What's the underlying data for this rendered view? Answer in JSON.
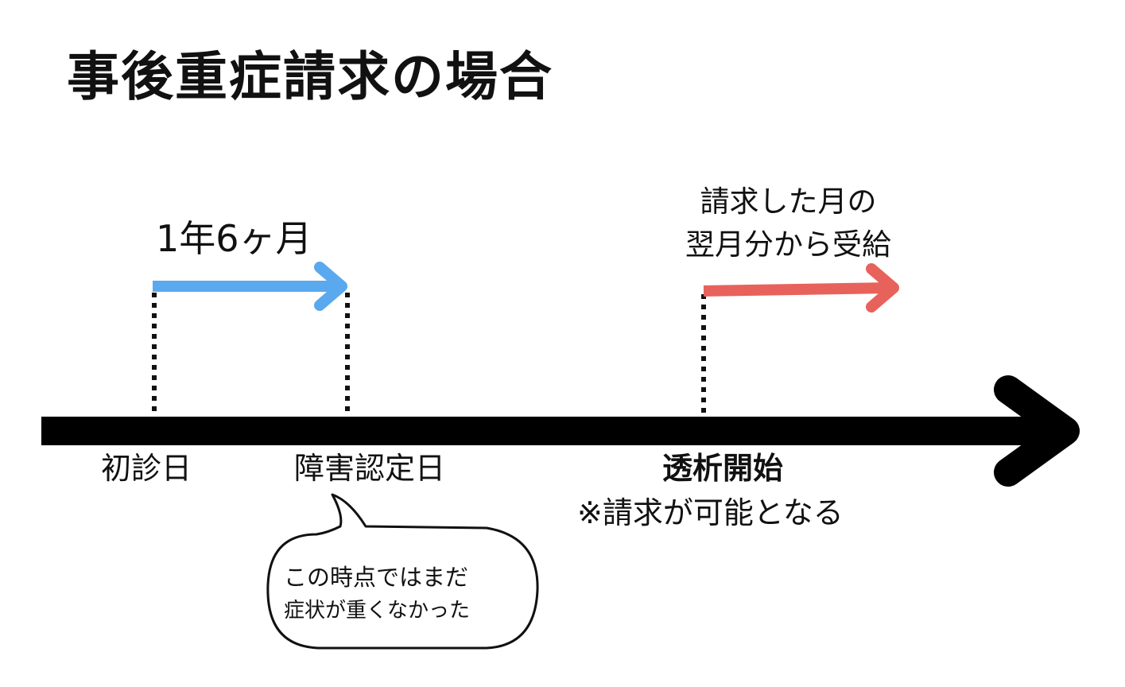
{
  "title": "事後重症請求の場合",
  "colors": {
    "timeline": "#000000",
    "period_arrow": "#5aa9ee",
    "payment_arrow": "#e8625c",
    "guide_line": "#111111"
  },
  "period": {
    "label": "1年6ヶ月"
  },
  "payment": {
    "note_line1": "請求した月の",
    "note_line2": "翌月分から受給"
  },
  "timeline": {
    "points": [
      {
        "label": "初診日"
      },
      {
        "label": "障害認定日"
      },
      {
        "label": "透析開始",
        "sub_label": "※請求が可能となる"
      }
    ]
  },
  "callout": {
    "line1": "この時点ではまだ",
    "line2": "症状が重くなかった"
  }
}
